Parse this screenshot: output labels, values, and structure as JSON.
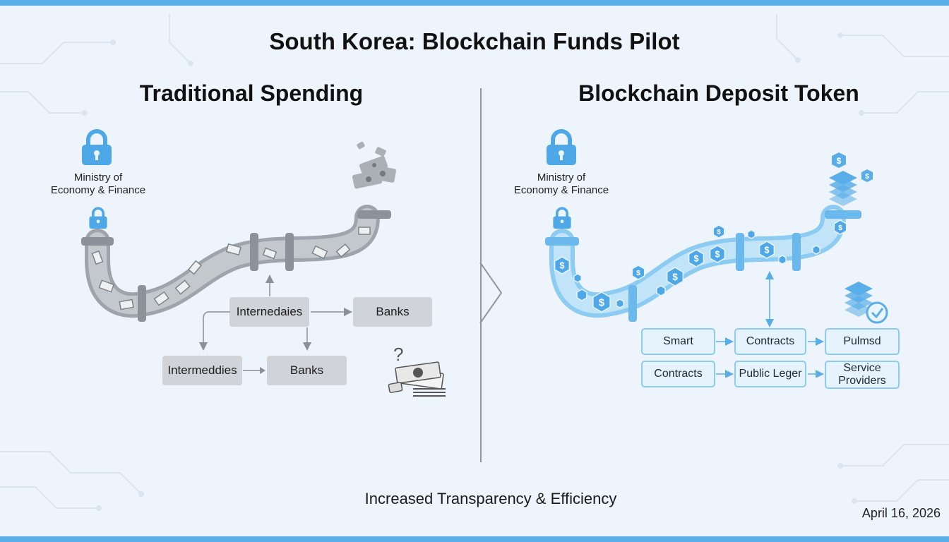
{
  "title": "South Korea: Blockchain Funds Pilot",
  "left_panel": {
    "title": "Traditional Spending",
    "ministry_label_line1": "Ministry of",
    "ministry_label_line2": "Economy & Finance",
    "boxes": {
      "intermediaries_top": "Internedaies",
      "banks_top": "Banks",
      "intermediaries_bottom": "Intermeddies",
      "banks_bottom": "Banks"
    },
    "question_mark": "?"
  },
  "right_panel": {
    "title": "Blockchain Deposit Token",
    "ministry_label_line1": "Ministry of",
    "ministry_label_line2": "Economy & Finance",
    "boxes": {
      "smart": "Smart",
      "contracts_top": "Contracts",
      "pulmsd": "Pulmsd",
      "contracts_bottom": "Contracts",
      "public_ledger": "Public Leger",
      "service_providers": "Service Providers"
    },
    "token_symbol": "$"
  },
  "footer": "Increased Transparency & Efficiency",
  "date": "April 16, 2026",
  "colors": {
    "accent_blue": "#5aaee8",
    "pipe_gray": "#b7bcc2",
    "pipe_blue": "#9ed3f5",
    "box_gray": "#d0d3d7",
    "box_blue_border": "#8ccbf2"
  },
  "icons": [
    "lock-icon",
    "cash-icon",
    "token-icon",
    "ledger-stack-icon",
    "check-icon",
    "arrow-icon"
  ]
}
